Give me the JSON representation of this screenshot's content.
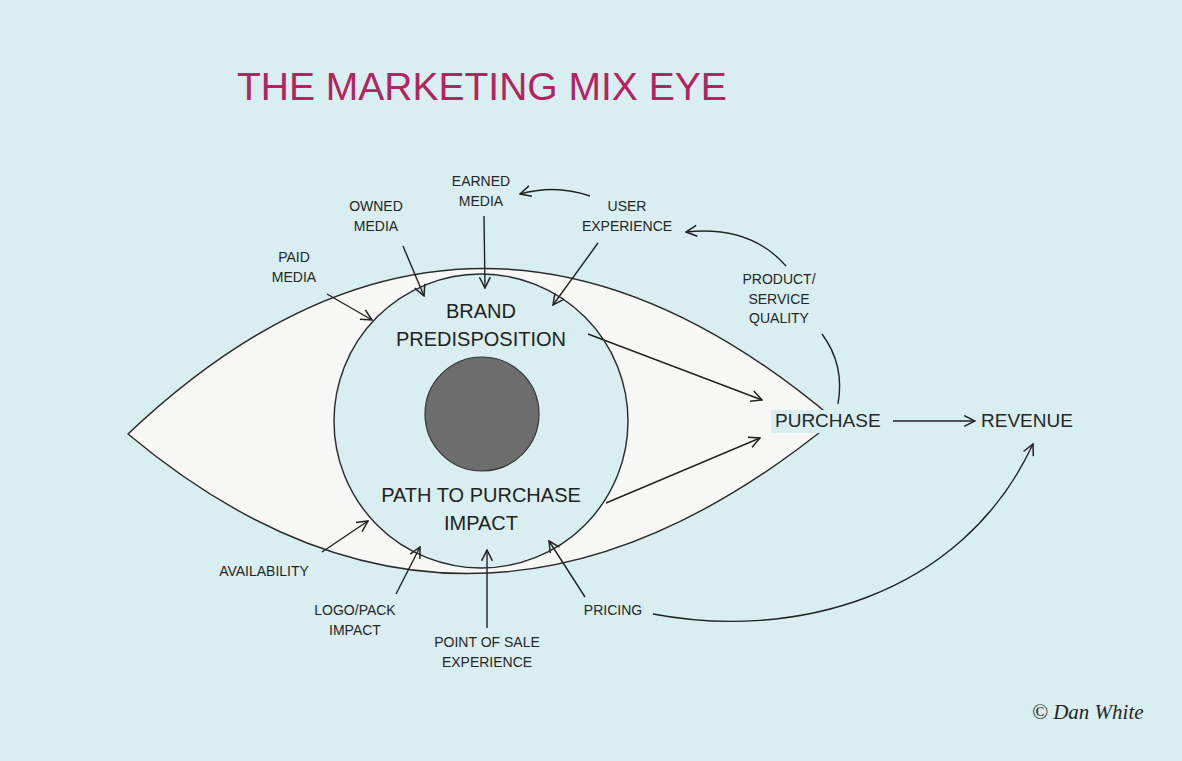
{
  "diagram": {
    "title": "THE MARKETING MIX EYE",
    "nodes": [
      {
        "text": [
          "BRAND PREDISPOSITION",
          "PATH TO PURCHASE IMPACT"
        ]
      }
    ],
    "labels": [
      "PAID MEDIA",
      "OWNED MEDIA",
      "EARNED MEDIA",
      "USER EXPERIENCE",
      "PRODUCT/ SERVICE QUALITY",
      "PURCHASE",
      "REVENUE",
      "AVAILABILITY",
      "LOGO/PACK IMPACT",
      "POINT OF SALE EXPERIENCE",
      "PRICING",
      "© Dan White"
    ]
  }
}
